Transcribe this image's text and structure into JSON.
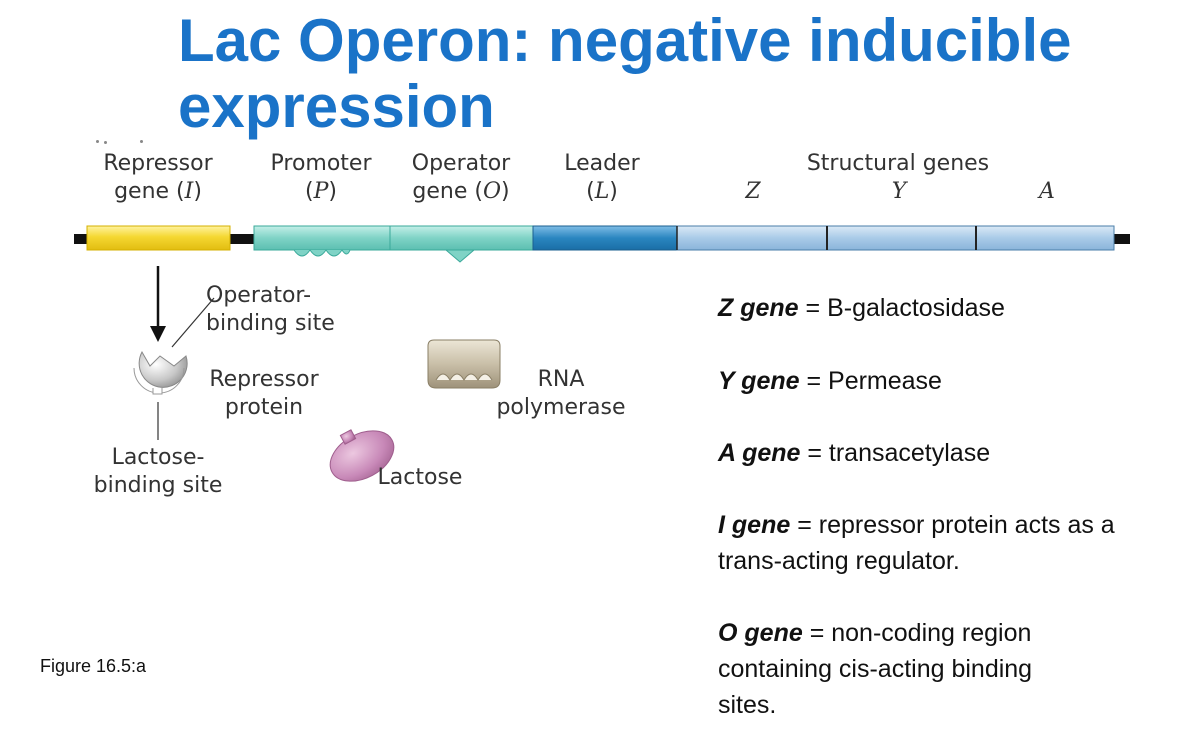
{
  "title": "Lac Operon: negative inducible expression",
  "gene_labels": {
    "repressor": {
      "line1": "Repressor",
      "line2_pre": "gene (",
      "symbol": "I",
      "line2_post": ")"
    },
    "promoter": {
      "line1": "Promoter",
      "line2_pre": "(",
      "symbol": "P",
      "line2_post": ")"
    },
    "operator": {
      "line1": "Operator",
      "line2_pre": "gene (",
      "symbol": "O",
      "line2_post": ")"
    },
    "leader": {
      "line1": "Leader",
      "line2_pre": "(",
      "symbol": "L",
      "line2_post": ")"
    },
    "structural": "Structural genes",
    "z": "Z",
    "y": "Y",
    "a": "A"
  },
  "component_labels": {
    "operator_binding_site": [
      "Operator-",
      "binding site"
    ],
    "repressor_protein": [
      "Repressor",
      "protein"
    ],
    "lactose_binding_site": [
      "Lactose-",
      "binding site"
    ],
    "rna_polymerase": [
      "RNA",
      "polymerase"
    ],
    "lactose": "Lactose"
  },
  "legend": [
    {
      "gene": "Z gene",
      "desc": " = B-galactosidase"
    },
    {
      "gene": "Y gene",
      "desc": " = Permease"
    },
    {
      "gene": "A gene",
      "desc": " = transacetylase"
    },
    {
      "gene": "I gene",
      "desc": " = repressor protein acts as a trans-acting regulator."
    },
    {
      "gene": "O gene",
      "desc": " = non-coding region containing cis-acting binding sites."
    }
  ],
  "caption": "Figure 16.5:a",
  "colors": {
    "title": "#1a73c8",
    "repressor_gene": "#f5d832",
    "promoter_operator": "#7fd3c6",
    "leader": "#2a86c0",
    "structural": "#a9cbe8",
    "repressor_protein": "#c8c8c8",
    "rna_polymerase": "#c9bfa8",
    "lactose": "#c889b8"
  }
}
